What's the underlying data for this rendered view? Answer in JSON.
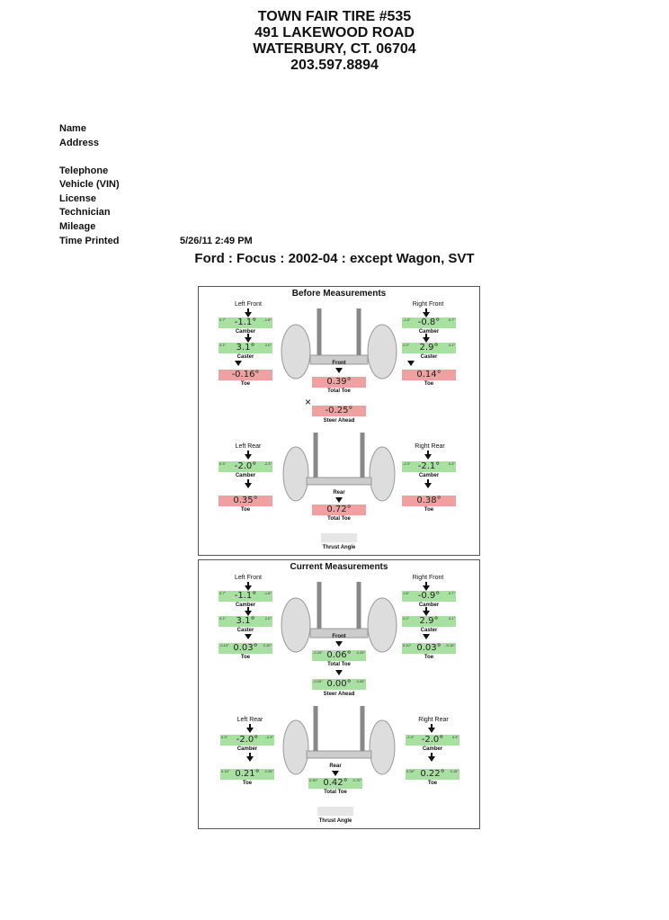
{
  "header": {
    "line1": "TOWN FAIR TIRE #535",
    "line2": "491 LAKEWOOD ROAD",
    "line3": "WATERBURY, CT. 06704",
    "line4": "203.597.8894"
  },
  "fields": {
    "name": "Name",
    "address": "Address",
    "telephone": "Telephone",
    "vehicle_vin": "Vehicle (VIN)",
    "license": "License",
    "technician": "Technician",
    "mileage": "Mileage",
    "time_printed": "Time Printed",
    "time_printed_value": "5/26/11 2:49 PM"
  },
  "vehicle": "Ford : Focus : 2002-04 : except Wagon, SVT",
  "before": {
    "title": "Before Measurements",
    "left_front": "Left Front",
    "right_front": "Right Front",
    "lf_camber": "-1.1°",
    "lf_camber_lo": "0.7°",
    "lf_camber_hi": "-1.6°",
    "rf_camber": "-0.8°",
    "rf_camber_lo": "-1.6°",
    "rf_camber_hi": "0.7°",
    "lf_caster": "3.1°",
    "lf_caster_lo": "4.1°",
    "lf_caster_hi": "2.0°",
    "rf_caster": "2.9°",
    "rf_caster_lo": "2.0°",
    "rf_caster_hi": "4.1°",
    "lf_toe": "-0.16°",
    "rf_toe": "0.14°",
    "front": "Front",
    "total_toe_front": "0.39°",
    "steer_ahead": "-0.25°",
    "left_rear": "Left Rear",
    "right_rear": "Right Rear",
    "lr_camber": "-2.0°",
    "lr_camber_lo": "0.3°",
    "lr_camber_hi": "-2.3°",
    "rr_camber": "-2.1°",
    "rr_camber_lo": "-2.3°",
    "rr_camber_hi": "0.3°",
    "lr_toe": "0.35°",
    "rr_toe": "0.38°",
    "rear": "Rear",
    "total_toe_rear": "0.72°",
    "thrust_angle": "Thrust Angle",
    "camber": "Camber",
    "caster": "Caster",
    "toe": "Toe",
    "total_toe": "Total Toe",
    "steer_ahead_label": "Steer Ahead"
  },
  "current": {
    "title": "Current Measurements",
    "left_front": "Left Front",
    "right_front": "Right Front",
    "lf_camber": "-1.1°",
    "lf_camber_lo": "0.7°",
    "lf_camber_hi": "-1.6°",
    "rf_camber": "-0.9°",
    "rf_camber_lo": "1.6°",
    "rf_camber_hi": "0.7°",
    "lf_caster": "3.1°",
    "lf_caster_lo": "4.1°",
    "lf_caster_hi": "2.0°",
    "rf_caster": "2.9°",
    "rf_caster_lo": "2.0°",
    "rf_caster_hi": "4.1°",
    "lf_toe": "0.03°",
    "lf_toe_lo": "-0.10°",
    "lf_toe_hi": "0.10°",
    "rf_toe": "0.03°",
    "rf_toe_lo": "0.10°",
    "rf_toe_hi": "-0.10°",
    "front": "Front",
    "total_toe_front": "0.06°",
    "tt_front_lo": "-0.20°",
    "tt_front_hi": "0.20°",
    "steer_ahead": "0.00°",
    "sa_lo": "-0.05°",
    "sa_hi": "0.05°",
    "left_rear": "Left Rear",
    "right_rear": "Right Rear",
    "lr_camber": "-2.0°",
    "lr_camber_lo": "0.3°",
    "lr_camber_hi": "-2.3°",
    "rr_camber": "-2.0°",
    "rr_camber_lo": "-2.3°",
    "rr_camber_hi": "0.3°",
    "lr_toe": "0.21°",
    "lr_toe_lo": "0.15°",
    "lr_toe_hi": "0.35°",
    "rr_toe": "0.22°",
    "rr_toe_lo": "0.35°",
    "rr_toe_hi": "0.15°",
    "rear": "Rear",
    "total_toe_rear": "0.42°",
    "tt_rear_lo": "0.30°",
    "tt_rear_hi": "0.70°",
    "thrust_angle": "Thrust Angle",
    "camber": "Camber",
    "caster": "Caster",
    "toe": "Toe",
    "total_toe": "Total Toe",
    "steer_ahead_label": "Steer Ahead"
  },
  "colors": {
    "in_spec": "#a7e0a0",
    "out_spec": "#f0a0a0"
  }
}
